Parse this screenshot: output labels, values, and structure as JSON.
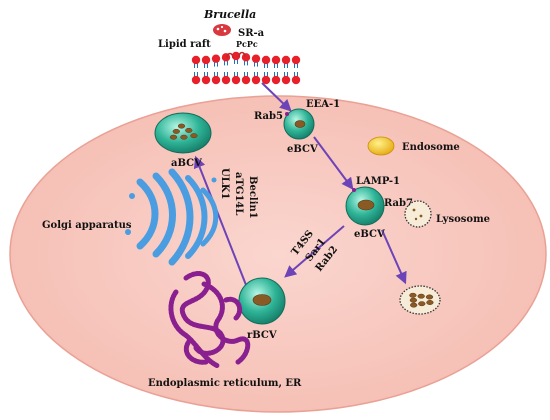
{
  "labels": {
    "brucella": "Brucella",
    "sr_a": "SR-a",
    "lipid_raft": "Lipid raft",
    "pc": "PcPc",
    "eea1": "EEA-1",
    "rab5": "Rab5",
    "ebcv_early": "eBCV",
    "endosome": "Endosome",
    "lamp1": "LAMP-1",
    "rab7": "Rab7",
    "ebcv_late": "eBCV",
    "lysosome": "Lysosome",
    "abcv": "aBCV",
    "ulk1": "ULK1",
    "atg14l": "aTG14L",
    "beclin1": "Beclin1",
    "golgi": "Golgi apparatus",
    "t4ss": "T4SS",
    "sar1": "Sar1",
    "rab2": "Rab2",
    "rbcv": "rBCV",
    "er": "Endoplasmic reticulum, ER"
  },
  "colors": {
    "cell_fill": "#f8c9c0",
    "cell_stroke": "#e9a195",
    "vacuole_fill": "#1f9f86",
    "vacuole_light": "#8ff0d6",
    "bacterium": "#8a5a24",
    "arrow": "#6d43b8",
    "golgi": "#4a9de0",
    "er": "#8a1f8f",
    "endosome": "#f2c21a",
    "lysosome_fill": "#f6ecd8",
    "membrane_head": "#e8202a",
    "membrane_tail": "#1d6fc4"
  }
}
